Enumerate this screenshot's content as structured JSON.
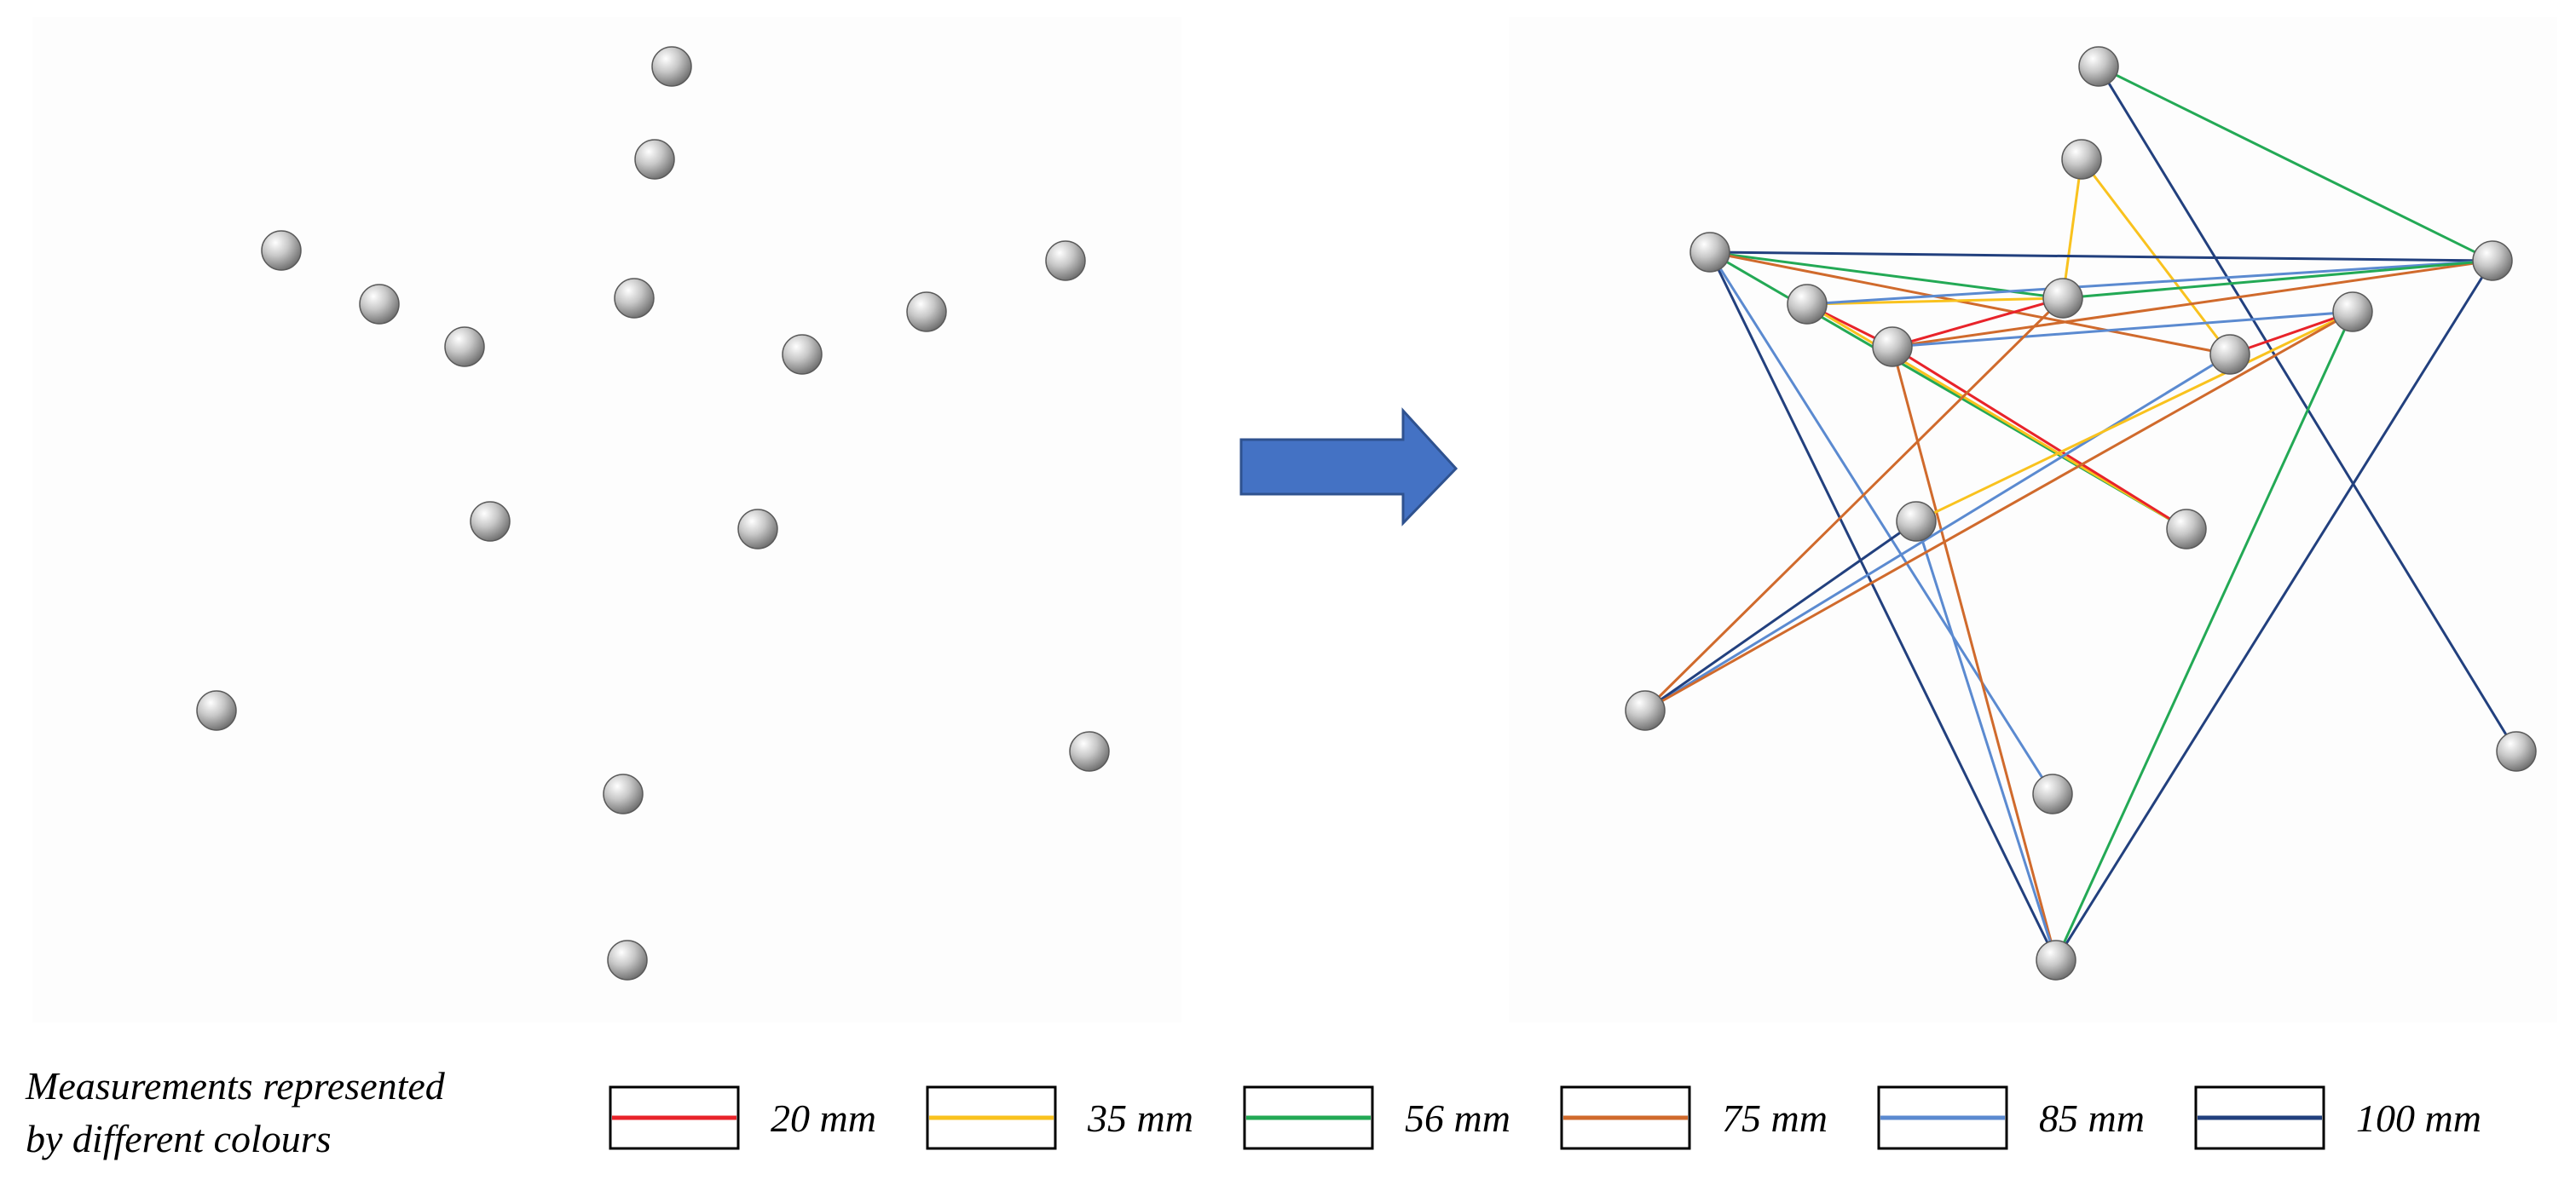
{
  "legend": {
    "caption_line1": "Measurements represented",
    "caption_line2": "by different colours",
    "items": [
      {
        "label": "20 mm",
        "color": "#e8232a"
      },
      {
        "label": "35 mm",
        "color": "#f9c21e"
      },
      {
        "label": "56 mm",
        "color": "#23a955"
      },
      {
        "label": "75 mm",
        "color": "#d06a2c"
      },
      {
        "label": "85 mm",
        "color": "#5b8ad0"
      },
      {
        "label": "100 mm",
        "color": "#22407e"
      }
    ]
  },
  "colors": {
    "arrow_fill": "#4472c4",
    "arrow_stroke": "#2f528f",
    "sphere_light": "#ffffff",
    "sphere_dark": "#6b6b6b",
    "panel_background": "#fdfdfd"
  },
  "markers": [
    {
      "id": "m1",
      "label": ""
    },
    {
      "id": "m2",
      "label": ""
    },
    {
      "id": "m3",
      "label": ""
    },
    {
      "id": "m4",
      "label": ""
    },
    {
      "id": "m5",
      "label": ""
    },
    {
      "id": "m6",
      "label": ""
    },
    {
      "id": "m7",
      "label": ""
    },
    {
      "id": "m8",
      "label": ""
    },
    {
      "id": "m9",
      "label": ""
    },
    {
      "id": "m10",
      "label": ""
    },
    {
      "id": "m11",
      "label": ""
    },
    {
      "id": "m12",
      "label": ""
    },
    {
      "id": "m13",
      "label": ""
    },
    {
      "id": "m14",
      "label": ""
    },
    {
      "id": "m15",
      "label": ""
    },
    {
      "id": "m16",
      "label": ""
    }
  ],
  "connections": [
    {
      "from": "m1",
      "to": "m6",
      "size": "56 mm"
    },
    {
      "from": "m1",
      "to": "m16",
      "size": "100 mm"
    },
    {
      "from": "m2",
      "to": "m8",
      "size": "35 mm"
    },
    {
      "from": "m2",
      "to": "m9",
      "size": "35 mm"
    },
    {
      "from": "m3",
      "to": "m6",
      "size": "100 mm"
    },
    {
      "from": "m3",
      "to": "m8",
      "size": "56 mm"
    },
    {
      "from": "m3",
      "to": "m9",
      "size": "75 mm"
    },
    {
      "from": "m3",
      "to": "m12",
      "size": "56 mm"
    },
    {
      "from": "m3",
      "to": "m14",
      "size": "100 mm"
    },
    {
      "from": "m3",
      "to": "m15",
      "size": "85 mm"
    },
    {
      "from": "m4",
      "to": "m7",
      "size": "20 mm"
    },
    {
      "from": "m4",
      "to": "m8",
      "size": "35 mm"
    },
    {
      "from": "m4",
      "to": "m12",
      "size": "35 mm"
    },
    {
      "from": "m4",
      "to": "m6",
      "size": "85 mm"
    },
    {
      "from": "m7",
      "to": "m8",
      "size": "20 mm"
    },
    {
      "from": "m7",
      "to": "m12",
      "size": "20 mm"
    },
    {
      "from": "m7",
      "to": "m6",
      "size": "75 mm"
    },
    {
      "from": "m7",
      "to": "m14",
      "size": "75 mm"
    },
    {
      "from": "m7",
      "to": "m13",
      "size": "85 mm"
    },
    {
      "from": "m8",
      "to": "m6",
      "size": "56 mm"
    },
    {
      "from": "m8",
      "to": "m11",
      "size": "75 mm"
    },
    {
      "from": "m9",
      "to": "m13",
      "size": "20 mm"
    },
    {
      "from": "m9",
      "to": "m11",
      "size": "85 mm"
    },
    {
      "from": "m10",
      "to": "m13",
      "size": "35 mm"
    },
    {
      "from": "m10",
      "to": "m14",
      "size": "85 mm"
    },
    {
      "from": "m10",
      "to": "m11",
      "size": "100 mm"
    },
    {
      "from": "m13",
      "to": "m11",
      "size": "75 mm"
    },
    {
      "from": "m13",
      "to": "m14",
      "size": "56 mm"
    },
    {
      "from": "m6",
      "to": "m14",
      "size": "100 mm"
    }
  ]
}
